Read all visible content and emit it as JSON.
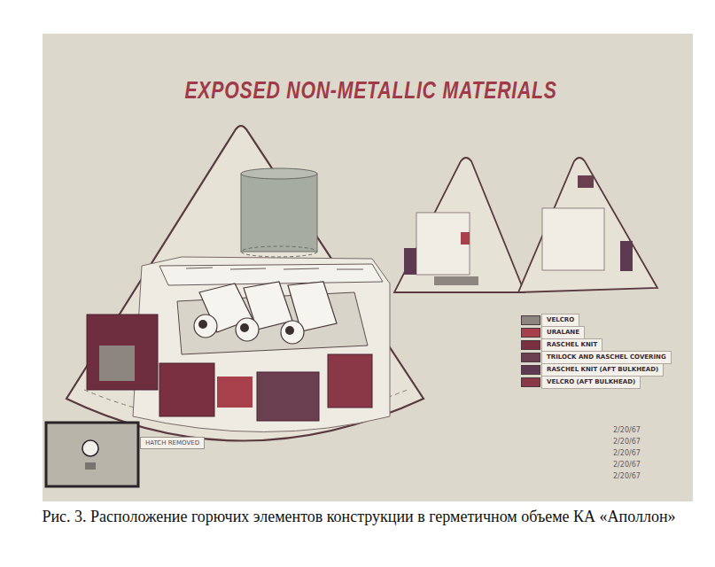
{
  "diagram": {
    "title": "EXPOSED NON-METALLIC MATERIALS",
    "caption": "Рис. 3. Расположение горючих элементов конструкции в герметичном объеме КА «Аполлон»",
    "nodes": [
      {
        "text": [
          "HATCH REMOVED"
        ]
      }
    ],
    "labels": [
      "2/20/67",
      "2/20/67",
      "2/20/67",
      "2/20/67",
      "2/20/67"
    ],
    "legend": [
      {
        "text": "VELCRO",
        "color": "#8c8580"
      },
      {
        "text": "URALANE",
        "color": "#a8404c"
      },
      {
        "text": "RASCHEL KNIT",
        "color": "#7a3040"
      },
      {
        "text": "TRILOCK AND RASCHEL COVERING",
        "color": "#6a4050"
      },
      {
        "text": "RASCHEL KNIT (AFT BULKHEAD)",
        "color": "#5e3a52"
      },
      {
        "text": "VELCRO (AFT BULKHEAD)",
        "color": "#8a3848"
      }
    ]
  }
}
